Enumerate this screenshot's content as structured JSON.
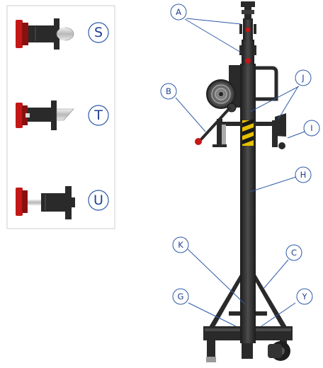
{
  "colors": {
    "callout": "#2d5aa8",
    "metal_dark": "#2a2a2a",
    "red_part": "#c41818",
    "hazard_yellow": "#e6c200"
  },
  "inset": {
    "options": [
      {
        "letter": "S",
        "icon": "round-shaft-bolt"
      },
      {
        "letter": "T",
        "icon": "angled-cut-bolt"
      },
      {
        "letter": "U",
        "icon": "spring-pin-bolt"
      }
    ]
  },
  "callouts": [
    {
      "letter": "A"
    },
    {
      "letter": "B"
    },
    {
      "letter": "J"
    },
    {
      "letter": "I"
    },
    {
      "letter": "H"
    },
    {
      "letter": "K"
    },
    {
      "letter": "C"
    },
    {
      "letter": "G"
    },
    {
      "letter": "Y"
    }
  ]
}
